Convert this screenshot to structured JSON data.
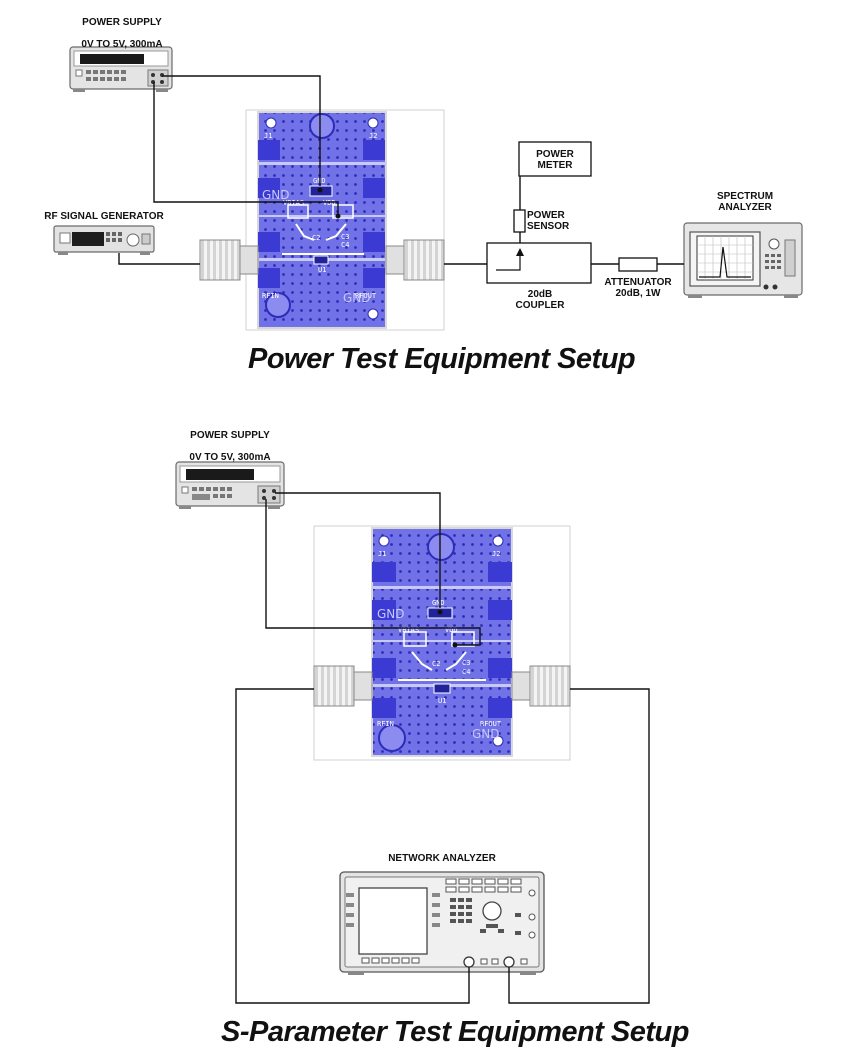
{
  "colors": {
    "board": "#6f6fe6",
    "board_dark": "#3b3bd4",
    "line": "#111111",
    "equipment": "#e6e6e6",
    "display": "#1a1a1a",
    "connector": "#bdbdbd"
  },
  "power_setup": {
    "title": "Power Test Equipment Setup",
    "power_supply": {
      "line1": "POWER SUPPLY",
      "line2": "0V TO 5V, 300mA",
      "icon": "power-supply-icon"
    },
    "rf_signal_generator": {
      "label": "RF SIGNAL GENERATOR",
      "icon": "signal-generator-icon"
    },
    "power_meter": {
      "label": "POWER\nMETER"
    },
    "power_sensor": {
      "label": "POWER\nSENSOR"
    },
    "coupler": {
      "label": "20dB\nCOUPLER"
    },
    "attenuator": {
      "label": "ATTENUATOR\n20dB, 1W"
    },
    "spectrum_analyzer": {
      "label": "SPECTRUM\nANALYZER",
      "icon": "spectrum-analyzer-icon"
    }
  },
  "board": {
    "j1": "J1",
    "j2": "J2",
    "gnd": "GND",
    "vbias": "VBIAS",
    "vdd": "VDD",
    "c2": "C2",
    "c3": "C3",
    "c4": "C4",
    "u1": "U1",
    "rfin": "RFIN",
    "rfout": "RFOUT",
    "gnd_large": "GND"
  },
  "sparam_setup": {
    "title": "S-Parameter Test Equipment Setup",
    "power_supply": {
      "line1": "POWER SUPPLY",
      "line2": "0V TO 5V, 300mA",
      "icon": "power-supply-icon"
    },
    "network_analyzer": {
      "label": "NETWORK ANALYZER",
      "icon": "network-analyzer-icon"
    }
  }
}
